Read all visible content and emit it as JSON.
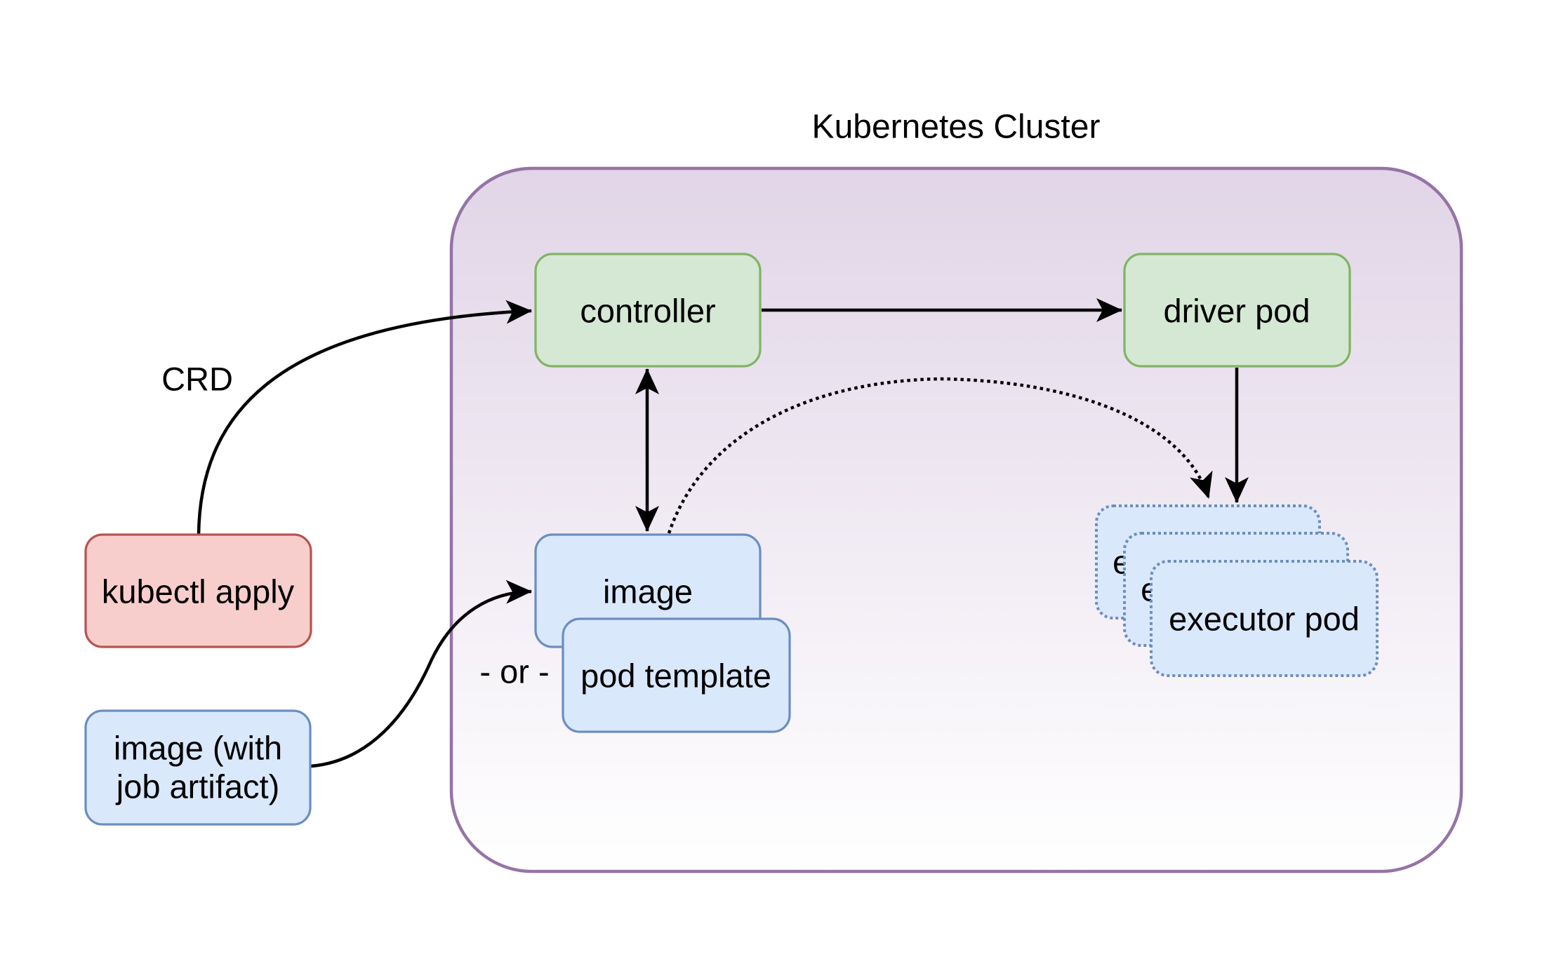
{
  "title": "Kubernetes Cluster",
  "edge_labels": {
    "crd": "CRD",
    "or": "- or -"
  },
  "nodes": {
    "controller": "controller",
    "driver_pod": "driver pod",
    "image": "image",
    "pod_template": "pod template",
    "kubectl_apply": "kubectl apply",
    "image_with_artifact_line1": "image (with",
    "image_with_artifact_line2": "job artifact)",
    "executor_pod_back": "executor pod",
    "executor_pod_middle": "executor pod",
    "executor_pod_front": "executor pod"
  },
  "edges": [
    {
      "from": "kubectl_apply",
      "to": "controller",
      "label": "CRD",
      "style": "solid-curve"
    },
    {
      "from": "controller",
      "to": "driver_pod",
      "style": "solid"
    },
    {
      "from": "controller",
      "to": "image",
      "style": "solid-double-arrow"
    },
    {
      "from": "driver_pod",
      "to": "executor_pods",
      "style": "solid"
    },
    {
      "from": "image",
      "to": "executor_pods",
      "style": "dotted-curve"
    },
    {
      "from": "image_with_artifact",
      "to": "image",
      "style": "solid-curve"
    }
  ],
  "colors": {
    "green_fill": "#d5e8d4",
    "green_stroke": "#82b366",
    "blue_fill": "#dae8fc",
    "blue_stroke": "#6c8ebf",
    "red_fill": "#f8cecc",
    "red_stroke": "#b85450",
    "cluster_stroke": "#9673a6",
    "cluster_fill_top": "#e1d5e7",
    "cluster_fill_bottom": "#ffffff",
    "connector": "#000000"
  }
}
